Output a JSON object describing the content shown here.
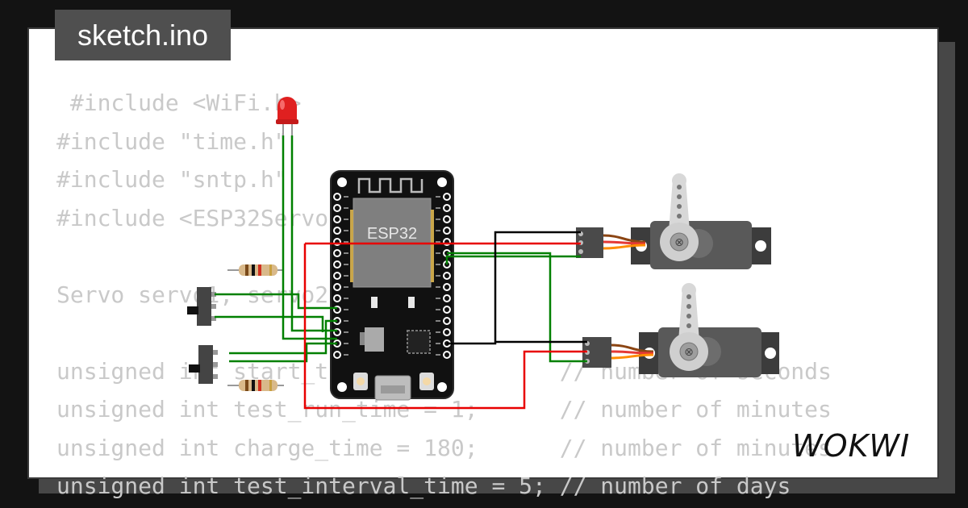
{
  "tab": {
    "filename": "sketch.ino"
  },
  "code_lines": [
    " #include <WiFi.h>",
    "#include \"time.h\"",
    "#include \"sntp.h\"",
    "#include <ESP32Servo.h>",
    "",
    "Servo servo1, servo2;",
    "",
    "unsigned int start_time = 2;         // number of seconds",
    "unsigned int test_run_time = 1;      // number of minutes",
    "unsigned int charge_time = 180;      // number of minutes",
    "unsigned int test_interval_time = 5; // number of days"
  ],
  "board": {
    "chip_label": "ESP32"
  },
  "brand": {
    "logo_text": "WOKWI"
  },
  "colors": {
    "wire_green": "#008000",
    "wire_red": "#e80000",
    "wire_black": "#000000",
    "led_red": "#e02020",
    "board_body": "#111111",
    "servo_body": "#5a5a5a"
  },
  "icons": [
    "led-icon",
    "resistor-icon",
    "switch-icon",
    "servo-icon",
    "esp32-board-icon"
  ]
}
